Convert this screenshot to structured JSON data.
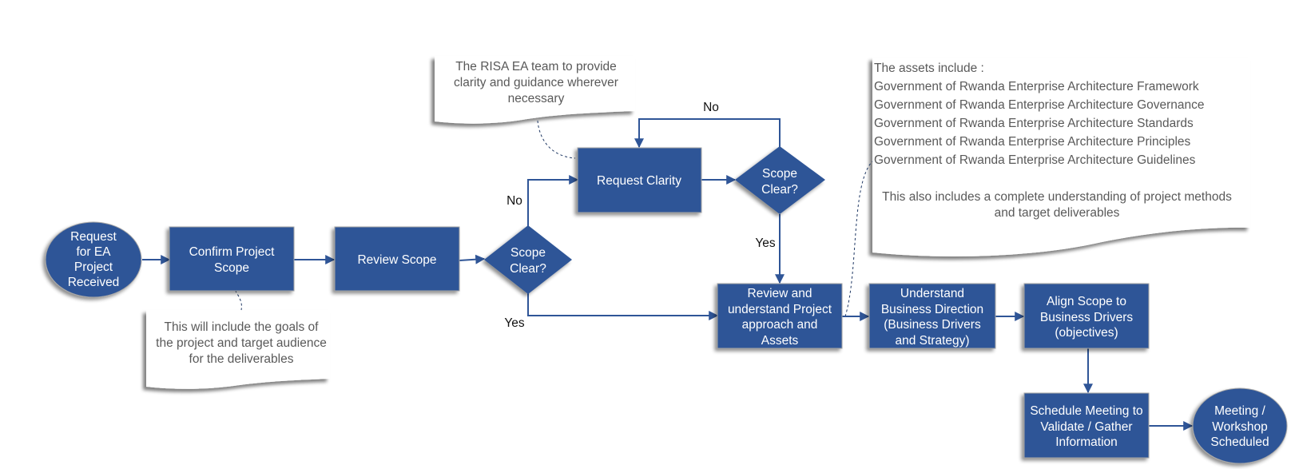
{
  "colors": {
    "node_fill": "#2f5597",
    "node_text": "#ffffff",
    "note_text": "#595959",
    "label_text": "#111111"
  },
  "nodes": {
    "start": {
      "lines": [
        "Request",
        "for EA",
        "Project",
        "Received"
      ]
    },
    "confirm_scope": {
      "lines": [
        "Confirm Project",
        "Scope"
      ]
    },
    "review_scope": {
      "lines": [
        "Review Scope"
      ]
    },
    "decision1": {
      "lines": [
        "Scope",
        "Clear?"
      ]
    },
    "request_clarity": {
      "lines": [
        "Request Clarity"
      ]
    },
    "decision2": {
      "lines": [
        "Scope",
        "Clear?"
      ]
    },
    "review_approach": {
      "lines": [
        "Review and",
        "understand Project",
        "approach and",
        "Assets"
      ]
    },
    "business_direction": {
      "lines": [
        "Understand",
        "Business Direction",
        "(Business Drivers",
        "and Strategy)"
      ]
    },
    "align_scope": {
      "lines": [
        "Align Scope to",
        "Business Drivers",
        "(objectives)"
      ]
    },
    "schedule_meeting": {
      "lines": [
        "Schedule Meeting to",
        "Validate / Gather",
        "Information"
      ]
    },
    "end": {
      "lines": [
        "Meeting /",
        "Workshop",
        "Scheduled"
      ]
    }
  },
  "edge_labels": {
    "d1_no": "No",
    "d1_yes": "Yes",
    "d2_no": "No",
    "d2_yes": "Yes"
  },
  "notes": {
    "confirm_note": {
      "lines": [
        "This will include the goals of",
        "the project and target audience",
        "for the deliverables"
      ]
    },
    "clarity_note": {
      "lines": [
        "The RISA EA team to provide",
        "clarity and guidance wherever",
        "necessary"
      ]
    },
    "assets_note": {
      "heading": "The assets include :",
      "items": [
        "Government of Rwanda Enterprise Architecture Framework",
        "Government of Rwanda Enterprise Architecture Governance",
        "Government of Rwanda Enterprise Architecture Standards",
        "Government of Rwanda Enterprise Architecture Principles",
        "Government of Rwanda Enterprise Architecture Guidelines"
      ],
      "footer": [
        "This also includes a complete understanding of project methods",
        "and target deliverables"
      ]
    }
  }
}
